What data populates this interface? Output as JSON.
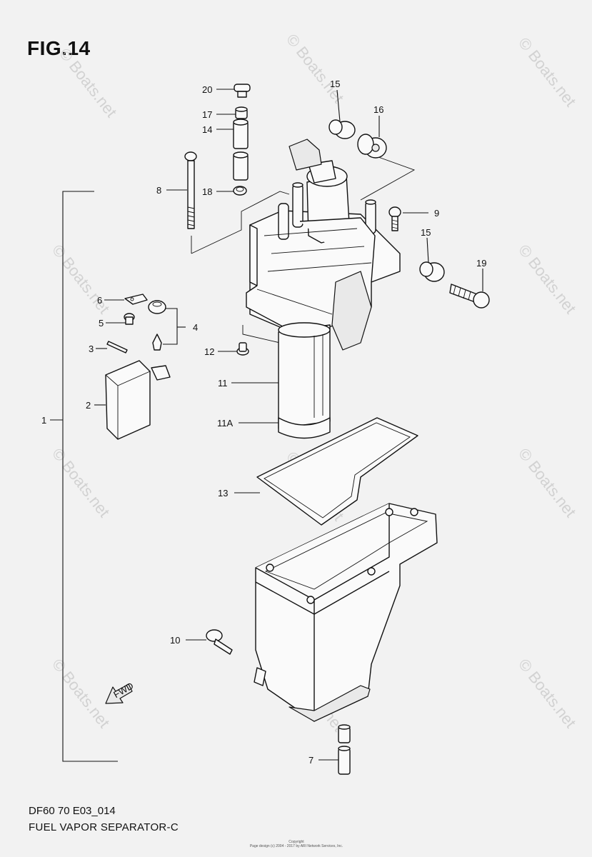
{
  "figure": {
    "title": "FIG.14",
    "code": "DF60 70 E03_014",
    "name": "FUEL VAPOR SEPARATOR-C"
  },
  "copyright": {
    "line1": "Copyright",
    "line2": "Page design (c) 2004 - 2017 by ARI Network Services, Inc."
  },
  "watermark": "© Boats.net",
  "fwd_label": "FWD",
  "callouts": {
    "c1": "1",
    "c2": "2",
    "c3": "3",
    "c4": "4",
    "c5": "5",
    "c6": "6",
    "c7": "7",
    "c8": "8",
    "c9": "9",
    "c10": "10",
    "c11": "11",
    "c11a": "11A",
    "c12": "12",
    "c13": "13",
    "c14": "14",
    "c15a": "15",
    "c15b": "15",
    "c16": "16",
    "c17": "17",
    "c18": "18",
    "c19": "19",
    "c20": "20"
  }
}
